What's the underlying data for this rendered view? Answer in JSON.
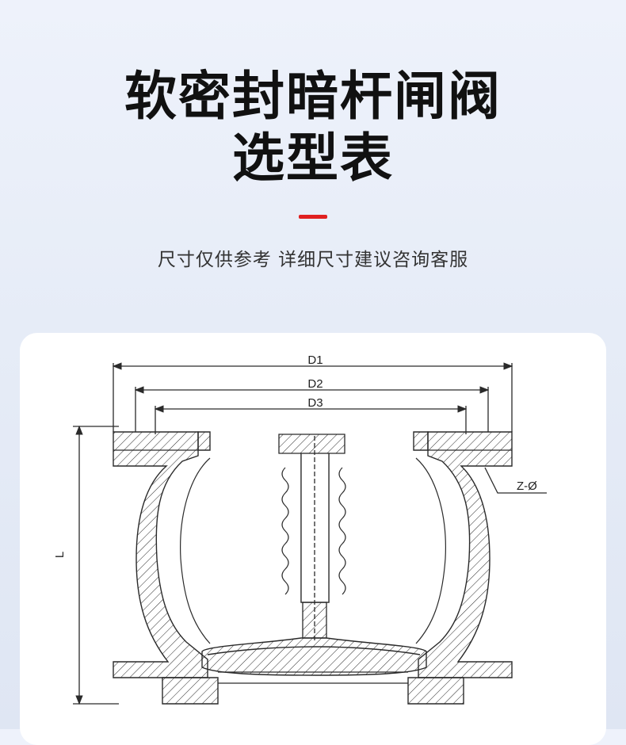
{
  "header": {
    "title_line1": "软密封暗杆闸阀",
    "title_line2": "选型表",
    "subtitle": "尺寸仅供参考 详细尺寸建议咨询客服",
    "accent_color": "#e02020"
  },
  "drawing": {
    "dim_d1": "D1",
    "dim_d2": "D2",
    "dim_d3": "D3",
    "dim_l": "L",
    "dim_z": "Z-Ø",
    "line_color": "#2a2a2a"
  }
}
